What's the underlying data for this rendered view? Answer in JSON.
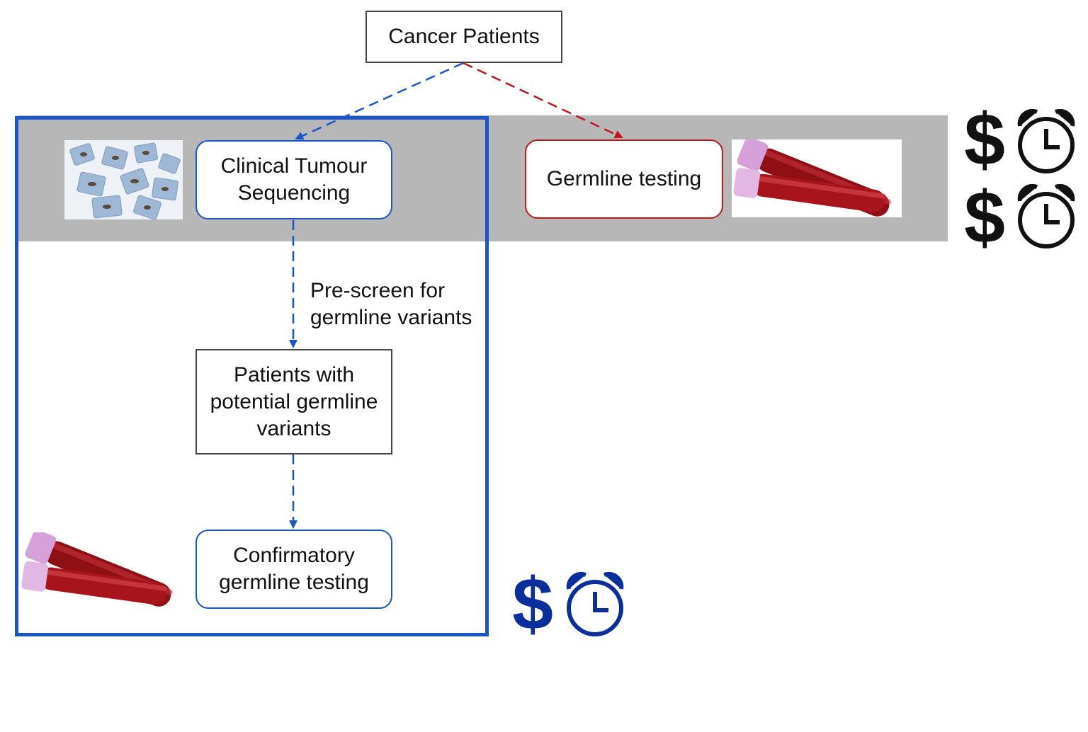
{
  "nodes": {
    "cancer_patients": "Cancer Patients",
    "clinical_tumour_line1": "Clinical Tumour",
    "clinical_tumour_line2": "Sequencing",
    "germline_testing": "Germline testing",
    "patients_line1": "Patients with",
    "patients_line2": "potential germline",
    "patients_line3": "variants",
    "confirm_line1": "Confirmatory",
    "confirm_line2": "germline testing"
  },
  "edge_labels": {
    "prescreen_line1": "Pre-screen for",
    "prescreen_line2": "germline variants"
  },
  "icons": {
    "cost_symbol": "$",
    "high_cost_color": "#111111",
    "low_cost_color": "#0a2f9c",
    "clock_icon": "alarm-clock-icon",
    "blood_tube_icon": "blood-tube-icon",
    "tissue_slides_icon": "tissue-slides-icon"
  },
  "colors": {
    "blue": "#1a55c9",
    "red": "#c0181a",
    "band": "#b7b7b7"
  }
}
